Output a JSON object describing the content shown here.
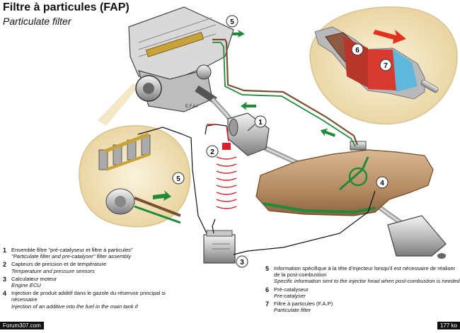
{
  "header": {
    "title": "Filtre à particules (FAP)",
    "subtitle": "Particulate filter"
  },
  "engine_plate": "E.F.A.I",
  "callouts": [
    "1",
    "2",
    "3",
    "4",
    "5",
    "5",
    "6",
    "7"
  ],
  "legend": [
    {
      "num": "1",
      "fr": "Ensemble filtre \"pré-catalyseur et filtre à particules\"",
      "en": "\"Particulate filter and pre-catalyser\" filter assembly"
    },
    {
      "num": "2",
      "fr": "Capteurs de pression et de température",
      "en": "Temperature and pressure sensors"
    },
    {
      "num": "3",
      "fr": "Calculateur moteur",
      "en": "Engine ECU"
    },
    {
      "num": "4",
      "fr": "Injection de produit additif dans le gazole du réservoir principal si nécessaire",
      "en": "Injection of an additive into the fuel in the main tank if"
    },
    {
      "num": "5",
      "fr": "Information spécifique à la tête d'injecteur lorsqu'il est nécessaire de réaliser de la post-combustion",
      "en": "Specific information sent to the injector head when post-combustion is needed"
    },
    {
      "num": "6",
      "fr": "Pré-catalyseur",
      "en": "Pre-catalyser"
    },
    {
      "num": "7",
      "fr": "Filtre à particules (F.A.P)",
      "en": "Particulate filter"
    }
  ],
  "footer": {
    "watermark": "Forum307.com",
    "filesize": "177 ko"
  },
  "colors": {
    "fuel_line_brown": "#7a5030",
    "fuel_line_green": "#1e8a3a",
    "signal_red": "#d8202a",
    "tank": "#b8926a",
    "callout_bg": "#ffffff",
    "filter_bg": "#f2e3bd"
  }
}
